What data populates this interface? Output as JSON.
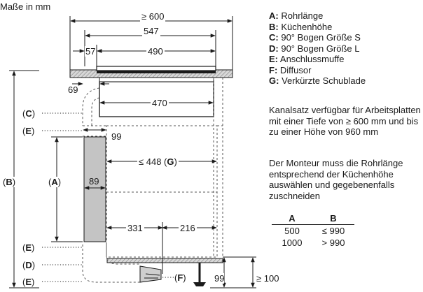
{
  "header": "Maße in mm",
  "dims": {
    "w600": "≥ 600",
    "w547": "547",
    "w57": "57",
    "w490": "490",
    "w69": "69",
    "w470": "470",
    "w99": "99",
    "w448": "≤ 448 (",
    "w448g": "G",
    "w448close": ")",
    "w89": "89",
    "w331": "331",
    "w216": "216",
    "h99": "99",
    "h100": "≥ 100"
  },
  "callouts": {
    "c": [
      "(",
      "C",
      ")"
    ],
    "e1": [
      "(",
      "E",
      ")"
    ],
    "b": [
      "(",
      "B",
      ")"
    ],
    "a": [
      "(",
      "A",
      ")"
    ],
    "e2": [
      "(",
      "E",
      ")"
    ],
    "d": [
      "(",
      "D",
      ")"
    ],
    "e3": [
      "(",
      "E",
      ")"
    ],
    "f": [
      "(",
      "F",
      ")"
    ]
  },
  "legend": [
    {
      "key": "A:",
      "text": "Rohrlänge"
    },
    {
      "key": "B:",
      "text": "Küchenhöhe"
    },
    {
      "key": "C:",
      "text": "90° Bogen Größe S"
    },
    {
      "key": "D:",
      "text": "90° Bogen Größe L"
    },
    {
      "key": "E:",
      "text": "Anschlussmuffe"
    },
    {
      "key": "F:",
      "text": "Diffusor"
    },
    {
      "key": "G:",
      "text": "Verkürzte Schublade"
    }
  ],
  "note1": "Kanalsatz verfügbar für Arbeitsplatten mit einer Tiefe von ≥ 600 mm und bis zu einer Höhe von 960 mm",
  "note2": "Der Monteur muss die Rohrlänge entsprechend der Küchenhöhe auswählen und gegebenenfalls zuschneiden",
  "table": {
    "headers": [
      "A",
      "B"
    ],
    "rows": [
      [
        "500",
        "≤ 990"
      ],
      [
        "1000",
        "> 990"
      ]
    ]
  },
  "colors": {
    "line": "#1a1a1a",
    "pipe_fill": "#c4c4c4",
    "dashed": "#555555"
  }
}
